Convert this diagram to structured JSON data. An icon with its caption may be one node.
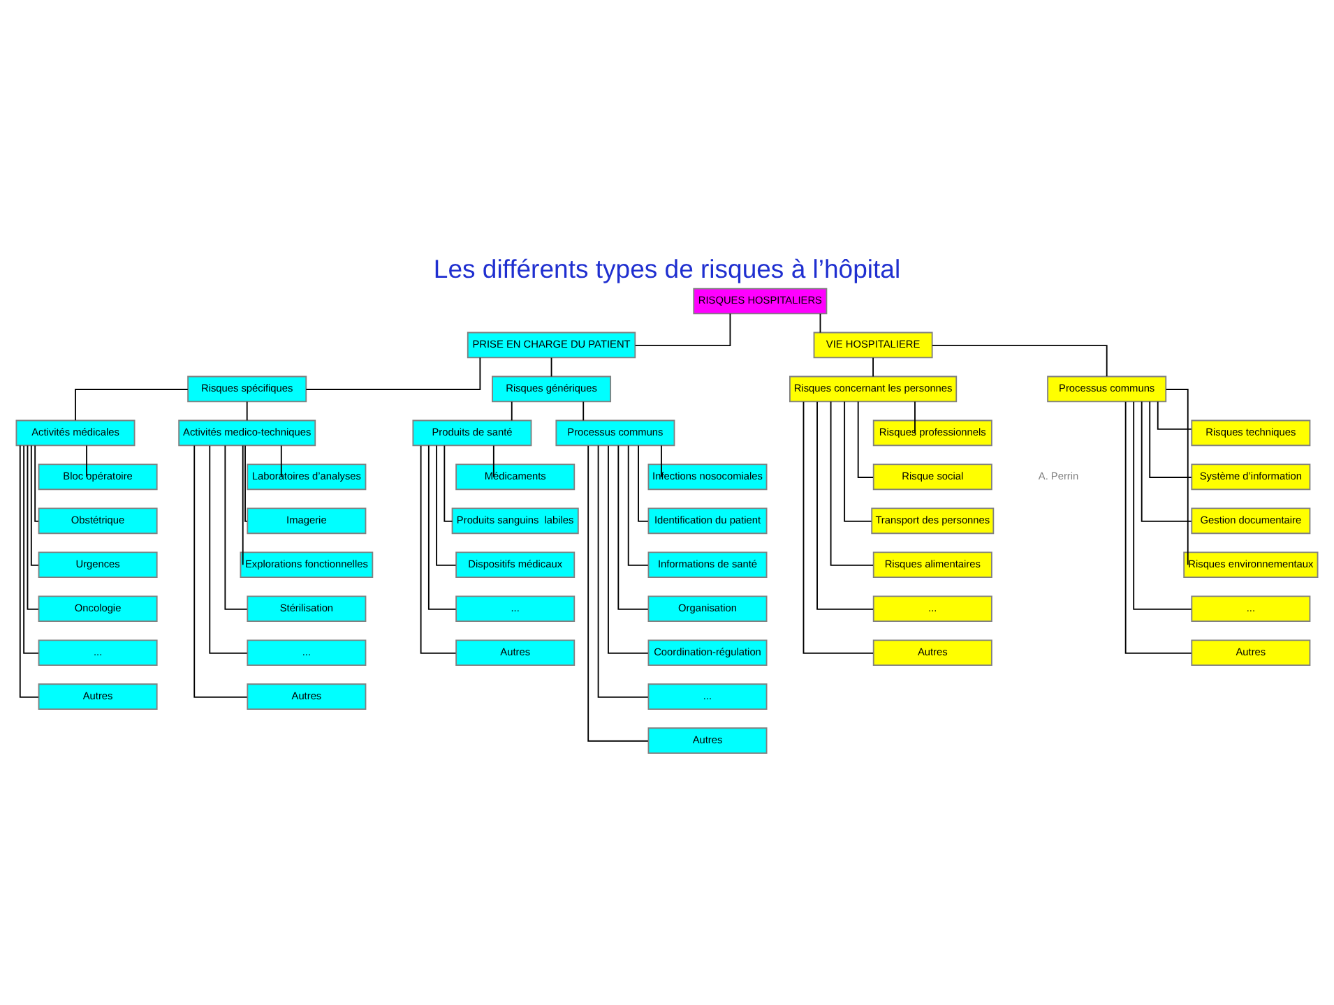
{
  "diagram": {
    "title": "Les différents types de risques à l’hôpital",
    "nodes": [
      {
        "text": [
          "RISQUES HOSPITALIERS"
        ]
      },
      {
        "text": [
          "PRISE EN CHARGE DU PATIENT"
        ]
      },
      {
        "text": [
          "VIE HOSPITALIERE"
        ]
      },
      {
        "text": [
          "Risques spécifiques"
        ]
      },
      {
        "text": [
          "Risques génériques"
        ]
      },
      {
        "text": [
          "Risques concernant les personnes"
        ]
      },
      {
        "text": [
          "Processus communs"
        ]
      },
      {
        "text": [
          "Activités médicales"
        ]
      },
      {
        "text": [
          "Activités medico-techniques"
        ]
      },
      {
        "text": [
          "Produits de santé"
        ]
      },
      {
        "text": [
          "Processus communs"
        ]
      },
      {
        "text": [
          "Bloc opératoire"
        ]
      },
      {
        "text": [
          "Obstétrique"
        ]
      },
      {
        "text": [
          "Urgences"
        ]
      },
      {
        "text": [
          "Oncologie"
        ]
      },
      {
        "text": [
          "..."
        ]
      },
      {
        "text": [
          "Autres"
        ]
      },
      {
        "text": [
          "Laboratoires d’analyses"
        ]
      },
      {
        "text": [
          "Imagerie"
        ]
      },
      {
        "text": [
          "Explorations fonctionnelles"
        ]
      },
      {
        "text": [
          "Stérilisation"
        ]
      },
      {
        "text": [
          "..."
        ]
      },
      {
        "text": [
          "Autres"
        ]
      },
      {
        "text": [
          "Médicaments"
        ]
      },
      {
        "text": [
          "Produits sanguins  labiles"
        ]
      },
      {
        "text": [
          "Dispositifs médicaux"
        ]
      },
      {
        "text": [
          "..."
        ]
      },
      {
        "text": [
          "Autres"
        ]
      },
      {
        "text": [
          "Infections nosocomiales"
        ]
      },
      {
        "text": [
          "Identification du patient"
        ]
      },
      {
        "text": [
          "Informations de santé"
        ]
      },
      {
        "text": [
          "Organisation"
        ]
      },
      {
        "text": [
          "Coordination-régulation"
        ]
      },
      {
        "text": [
          "..."
        ]
      },
      {
        "text": [
          "Autres"
        ]
      },
      {
        "text": [
          "Risques professionnels"
        ]
      },
      {
        "text": [
          "Risque social"
        ]
      },
      {
        "text": [
          "Transport des personnes"
        ]
      },
      {
        "text": [
          "Risques alimentaires"
        ]
      },
      {
        "text": [
          "..."
        ]
      },
      {
        "text": [
          "Autres"
        ]
      },
      {
        "text": [
          "Risques techniques"
        ]
      },
      {
        "text": [
          "Système d’information"
        ]
      },
      {
        "text": [
          "Gestion documentaire"
        ]
      },
      {
        "text": [
          "Risques environnementaux"
        ]
      },
      {
        "text": [
          "..."
        ]
      },
      {
        "text": [
          "Autres"
        ]
      }
    ],
    "edges": [
      {
        "from": 0,
        "to": 1,
        "arrow": "none"
      },
      {
        "from": 0,
        "to": 2,
        "arrow": "none"
      },
      {
        "from": 1,
        "to": 3,
        "arrow": "none"
      },
      {
        "from": 1,
        "to": 4,
        "arrow": "none"
      },
      {
        "from": 2,
        "to": 5,
        "arrow": "none"
      },
      {
        "from": 2,
        "to": 6,
        "arrow": "none"
      },
      {
        "from": 3,
        "to": 7,
        "arrow": "none"
      },
      {
        "from": 3,
        "to": 8,
        "arrow": "none"
      },
      {
        "from": 4,
        "to": 9,
        "arrow": "none"
      },
      {
        "from": 4,
        "to": 10,
        "arrow": "none"
      },
      {
        "from": 7,
        "to": 11,
        "arrow": "none"
      },
      {
        "from": 7,
        "to": 12,
        "arrow": "none"
      },
      {
        "from": 7,
        "to": 13,
        "arrow": "none"
      },
      {
        "from": 7,
        "to": 14,
        "arrow": "none"
      },
      {
        "from": 7,
        "to": 15,
        "arrow": "none"
      },
      {
        "from": 7,
        "to": 16,
        "arrow": "none"
      },
      {
        "from": 8,
        "to": 17,
        "arrow": "none"
      },
      {
        "from": 8,
        "to": 18,
        "arrow": "none"
      },
      {
        "from": 8,
        "to": 19,
        "arrow": "none"
      },
      {
        "from": 8,
        "to": 20,
        "arrow": "none"
      },
      {
        "from": 8,
        "to": 21,
        "arrow": "none"
      },
      {
        "from": 8,
        "to": 22,
        "arrow": "none"
      },
      {
        "from": 9,
        "to": 23,
        "arrow": "none"
      },
      {
        "from": 9,
        "to": 24,
        "arrow": "none"
      },
      {
        "from": 9,
        "to": 25,
        "arrow": "none"
      },
      {
        "from": 9,
        "to": 26,
        "arrow": "none"
      },
      {
        "from": 9,
        "to": 27,
        "arrow": "none"
      },
      {
        "from": 10,
        "to": 28,
        "arrow": "none"
      },
      {
        "from": 10,
        "to": 29,
        "arrow": "none"
      },
      {
        "from": 10,
        "to": 30,
        "arrow": "none"
      },
      {
        "from": 10,
        "to": 31,
        "arrow": "none"
      },
      {
        "from": 10,
        "to": 32,
        "arrow": "none"
      },
      {
        "from": 10,
        "to": 33,
        "arrow": "none"
      },
      {
        "from": 10,
        "to": 34,
        "arrow": "none"
      },
      {
        "from": 5,
        "to": 35,
        "arrow": "none"
      },
      {
        "from": 5,
        "to": 36,
        "arrow": "none"
      },
      {
        "from": 5,
        "to": 37,
        "arrow": "none"
      },
      {
        "from": 5,
        "to": 38,
        "arrow": "none"
      },
      {
        "from": 5,
        "to": 39,
        "arrow": "none"
      },
      {
        "from": 5,
        "to": 40,
        "arrow": "none"
      },
      {
        "from": 6,
        "to": 41,
        "arrow": "none"
      },
      {
        "from": 6,
        "to": 42,
        "arrow": "none"
      },
      {
        "from": 6,
        "to": 43,
        "arrow": "none"
      },
      {
        "from": 6,
        "to": 44,
        "arrow": "none"
      },
      {
        "from": 6,
        "to": 45,
        "arrow": "none"
      },
      {
        "from": 6,
        "to": 46,
        "arrow": "none"
      }
    ],
    "labels": [
      "A. Perrin"
    ]
  }
}
